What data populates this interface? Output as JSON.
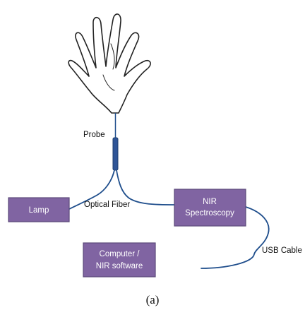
{
  "diagram": {
    "labels": {
      "probe": "Probe",
      "optical_fiber": "Optical Fiber",
      "usb_cable": "USB Cable"
    },
    "boxes": {
      "lamp": "Lamp",
      "nir_line1": "NIR",
      "nir_line2": "Spectroscopy",
      "computer_line1": "Computer /",
      "computer_line2": "NIR software"
    },
    "caption": "(a)"
  },
  "colors": {
    "box_fill": "#8064a2",
    "box_stroke": "#5c4a7a",
    "cable": "#1f4e8c",
    "hand_outline": "#222222"
  }
}
